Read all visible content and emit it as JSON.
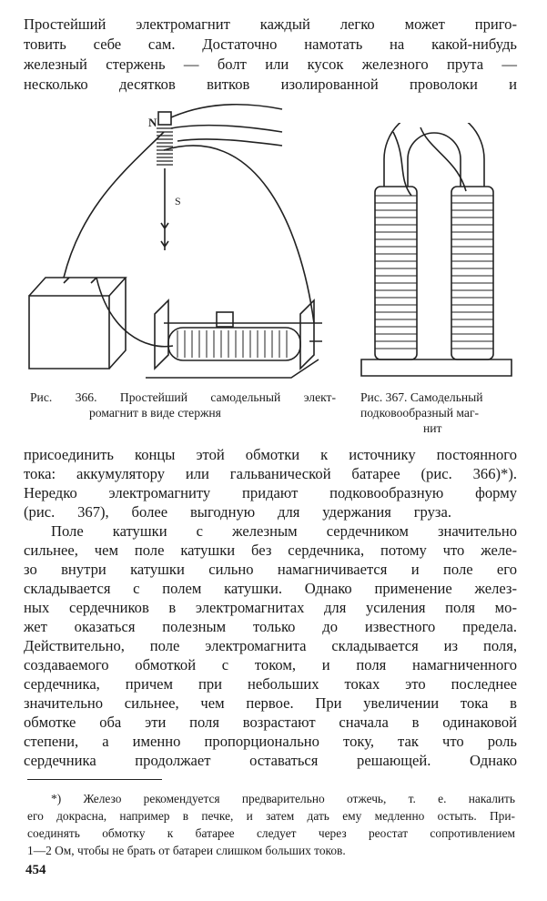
{
  "top_lines": [
    "Простейший электромагнит каждый легко может приго-",
    "товить себе сам. Достаточно намотать на какой-нибудь",
    "железный стержень — болт или кусок железного прута —",
    "несколько десятков витков изолированной проволоки и"
  ],
  "figure_366": {
    "pole_label": "N",
    "pole_label_2": "S",
    "caption_line1": "Рис. 366. Простейший самодельный элект-",
    "caption_line2": "ромагнит в виде стержня"
  },
  "figure_367": {
    "caption_line1": "Рис. 367. Самодельный",
    "caption_line2": "подковообразный маг-",
    "caption_line3": "нит"
  },
  "body_lines": [
    "присоединить концы этой обмотки к источнику постоянного",
    "тока: аккумулятору или гальванической батарее (рис. 366)*).",
    "Нередко электромагниту придают подковообразную форму",
    "(рис. 367), более выгодную для удержания груза.",
    "Поле катушки с железным сердечником значительно",
    "сильнее, чем поле катушки без сердечника, потому что желе-",
    "зо внутри катушки сильно намагничивается и поле его",
    "складывается с полем катушки. Однако применение желез-",
    "ных сердечников в электромагнитах для усиления поля мо-",
    "жет оказаться полезным только до известного предела.",
    "Действительно, поле электромагнита складывается из поля,",
    "создаваемого обмоткой с током, и поля намагниченного",
    "сердечника, причем при небольших токах это последнее",
    "значительно сильнее, чем первое. При увеличении тока в",
    "обмотке оба эти поля возрастают сначала в одинаковой",
    "степени, а именно пропорционально току, так что роль",
    "сердечника продолжает оставаться решающей. Однако"
  ],
  "footnote_lines": [
    "*) Железо рекомендуется предварительно отжечь, т. е. накалить",
    "его докрасна, например в печке, и затем дать ему медленно остыть. При-",
    "соединять обмотку к батарее следует через реостат сопротивлением",
    "1—2 Ом, чтобы не брать от батареи слишком больших токов."
  ],
  "page_number": "454"
}
